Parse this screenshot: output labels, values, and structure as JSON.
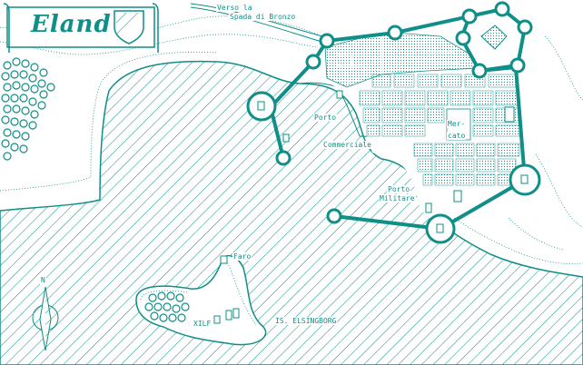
{
  "title": "Eland",
  "colors": {
    "accent": "#0f8f88",
    "paper": "#ffffff"
  },
  "labels": {
    "road_north": "Verso la",
    "road_north_2": "Spada di Bronzo",
    "porto": "Porto",
    "commerciale": "Commerciale",
    "mercato_1": "Mer-",
    "mercato_2": "cato",
    "porto_militare_1": "Porto",
    "porto_militare_2": "Militare",
    "faro": "Faro",
    "island": "IS. ELSINGBORG",
    "xilf": "XILF",
    "north": "N"
  },
  "icons": [
    "shield-icon",
    "compass-rose-icon",
    "tree-icon",
    "tower-icon",
    "building-icon"
  ]
}
